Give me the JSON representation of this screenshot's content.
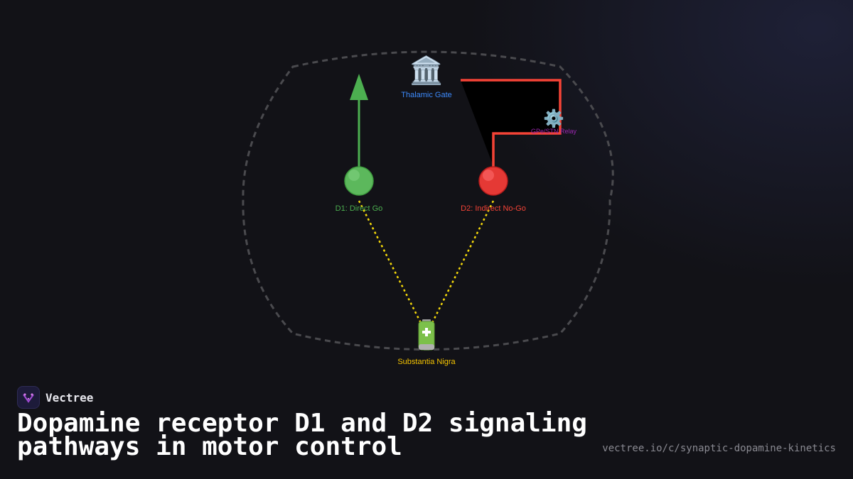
{
  "diagram": {
    "nodes": {
      "thalamus": {
        "icon": "classical-building-icon",
        "label": "Thalamic Gate",
        "color": "#3d8bfd"
      },
      "d1": {
        "icon": "green-circle-icon",
        "label": "D1: Direct Go",
        "color": "#4caf50"
      },
      "d2": {
        "icon": "red-circle-icon",
        "label": "D2: Indirect No-Go",
        "color": "#f44336"
      },
      "relay": {
        "icon": "gear-icon",
        "label": "GPe/STN Relay",
        "color": "#9c27b0"
      },
      "snc": {
        "icon": "battery-icon",
        "label": "Substantia Nigra",
        "color": "#f5c400"
      }
    },
    "edges": {
      "dopamine_color": "#f5d90a",
      "go_color": "#4caf50",
      "nogo_color": "#f44336",
      "boundary_color": "#4a4a4e"
    }
  },
  "brand": {
    "name": "Vectree",
    "accent": "#a24bd6"
  },
  "title": "Dopamine receptor D1 and D2 signaling pathways in motor control",
  "url": "vectree.io/c/synaptic-dopamine-kinetics"
}
